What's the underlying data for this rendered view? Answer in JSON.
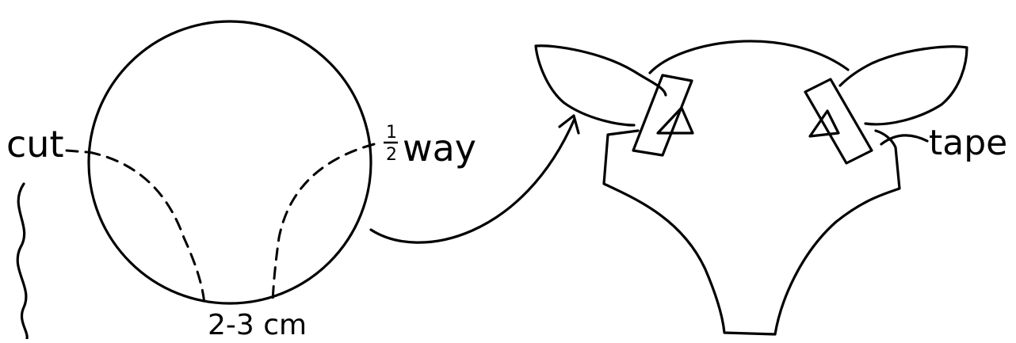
{
  "labels": {
    "cut": "cut",
    "half_num": "1",
    "half_den": "2",
    "way": "way",
    "measure": "2-3 cm",
    "tape": "tape"
  },
  "colors": {
    "ink": "#000000",
    "paper": "#ffffff"
  }
}
